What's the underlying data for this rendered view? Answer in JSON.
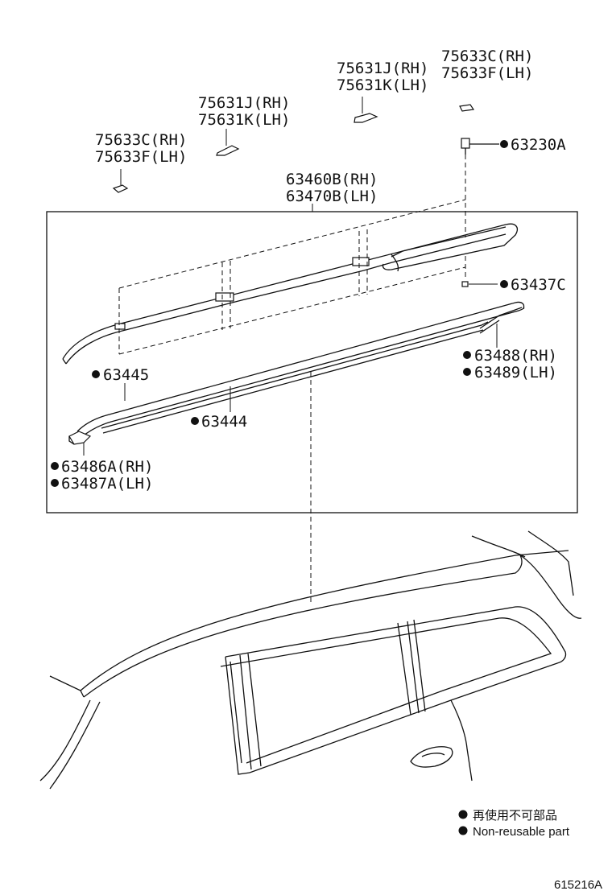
{
  "parts": {
    "clip_front_top": [
      "75633C(RH)",
      "75633F(LH)"
    ],
    "clip_right_top": [
      "75631J(RH)",
      "75631K(LH)"
    ],
    "clip_left_top": [
      "75631J(RH)",
      "75631K(LH)"
    ],
    "clip_front_left": [
      "75633C(RH)",
      "75633F(LH)"
    ],
    "rail_assy": [
      "63460B(RH)",
      "63470B(LH)"
    ],
    "screw": "63230A",
    "nut": "63437C",
    "cover_rear": [
      "63488(RH)",
      "63489(LH)"
    ],
    "rail_bar": "63445",
    "spacer": "63444",
    "cover_front": [
      "63486A(RH)",
      "63487A(LH)"
    ]
  },
  "legend": {
    "line_jp": "再使用不可部品",
    "line_en": "Non-reusable part"
  },
  "figure_code": "615216A"
}
